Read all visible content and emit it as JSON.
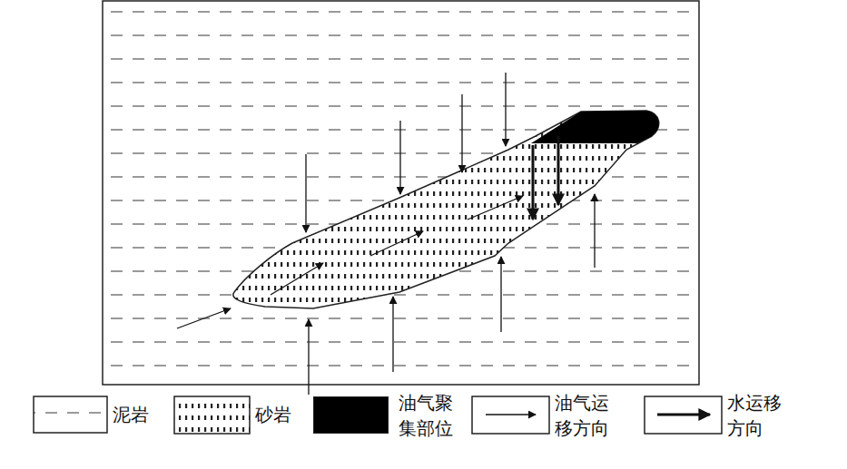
{
  "diagram": {
    "legend": [
      {
        "text": "泥岩"
      },
      {
        "text": "砂岩"
      },
      {
        "text": "油气聚集部位",
        "color": "#000000"
      },
      {
        "text": "油气运移方向"
      },
      {
        "text": "水运移方向"
      }
    ]
  }
}
